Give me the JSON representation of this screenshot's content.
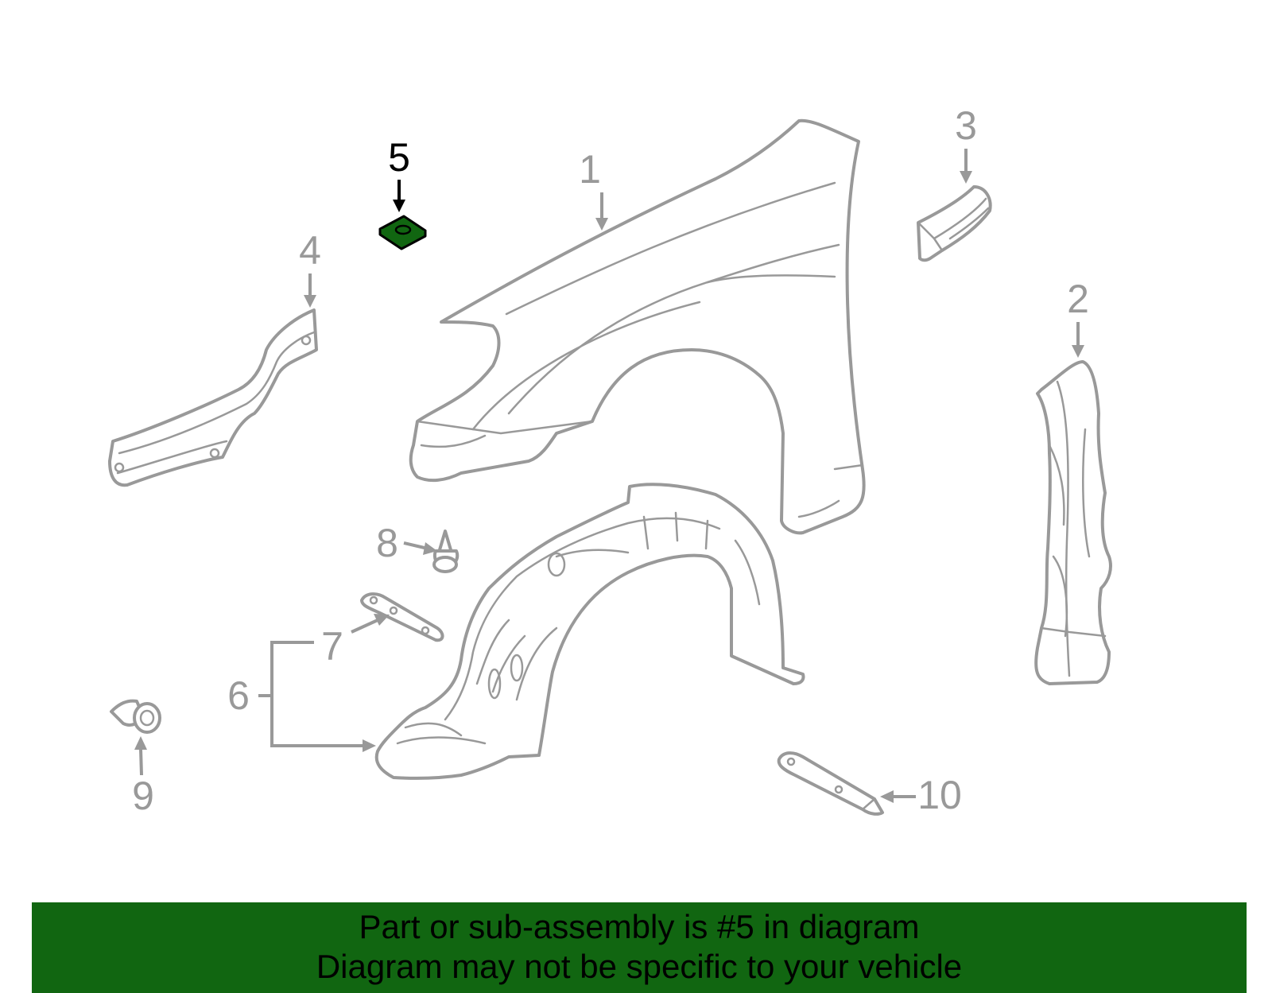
{
  "diagram": {
    "callouts": [
      "1",
      "2",
      "3",
      "4",
      "5",
      "6",
      "7",
      "8",
      "9",
      "10"
    ],
    "highlighted_callout": "5",
    "colors": {
      "part_outline": "#999999",
      "highlight_fill": "#116611",
      "highlight_label": "#000000",
      "banner_background": "#116611",
      "banner_text": "#000000"
    }
  },
  "banner": {
    "line1": "Part or sub-assembly is #5 in diagram",
    "line2": "Diagram may not be specific to your vehicle"
  }
}
